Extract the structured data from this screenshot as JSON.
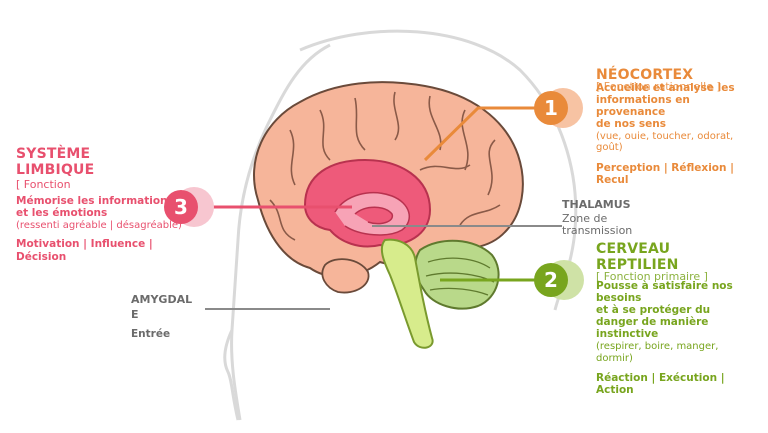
{
  "limbic": {
    "title": "SYSTÈME\nLIMBIQUE",
    "function": "[ Fonction",
    "desc": "Mémorise les informations\net les émotions",
    "note": "(ressenti agréable | désagréable)",
    "keywords": "Motivation | Influence |\nDécision",
    "number": "3",
    "color": "#e8506e"
  },
  "neocortex": {
    "title": "NÉOCORTEX",
    "function": "[ Fonction rationnelle ]",
    "desc": "Accueille et analyse les\ninformations en\nprovenance\nde nos sens",
    "note": "(vue, ouie, toucher, odorat,\ngoût)",
    "keywords": "Perception | Réflexion |\nRecul",
    "number": "1",
    "color": "#e98a3a"
  },
  "reptilian": {
    "title": "CERVEAU\nREPTILIEN",
    "function": "[ Fonction primaire ]",
    "desc": "Pousse à satisfaire nos\nbesoins\net à se protéger du\ndanger de manière\ninstinctive",
    "note": "(respirer, boire, manger,\ndormir)",
    "keywords": "Réaction | Exécution |\nAction",
    "number": "2",
    "color": "#78a51e"
  },
  "thalamus": {
    "title": "THALAMUS",
    "desc": "Zone de\ntransmission"
  },
  "amygdala": {
    "title": "AMYGDAL\nE",
    "desc": "Entrée"
  }
}
